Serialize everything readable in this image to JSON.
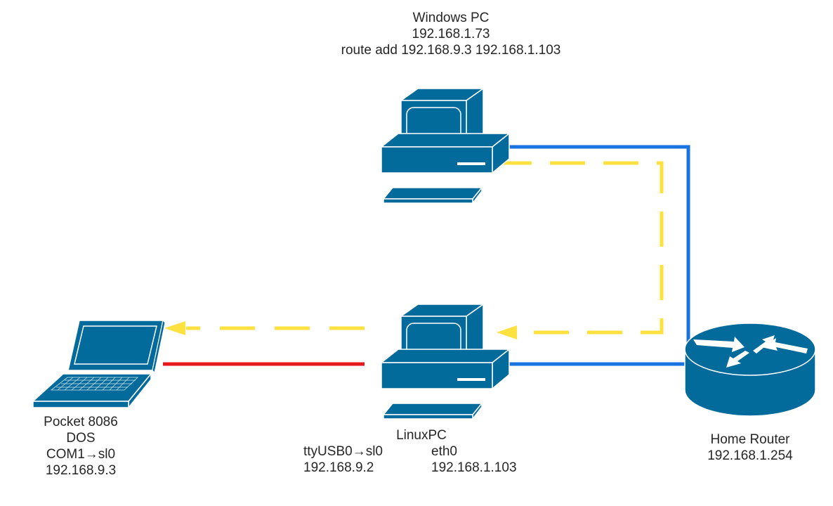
{
  "colors": {
    "device": "#036B9B",
    "ethernet": "#1872E0",
    "slip": "#E5191C",
    "route_path": "#FDE13E",
    "text": "#262626"
  },
  "nodes": {
    "windows_pc": {
      "icon": "desktop-computer-icon",
      "lines": [
        "Windows PC",
        "192.168.1.73",
        "route add 192.168.9.3 192.168.1.103"
      ]
    },
    "linux_pc": {
      "icon": "desktop-computer-icon",
      "name": "LinuxPC",
      "left_iface": [
        "ttyUSB0→sl0",
        "192.168.9.2"
      ],
      "right_iface": [
        "eth0",
        "192.168.1.103"
      ]
    },
    "pocket_8086": {
      "icon": "laptop-icon",
      "lines": [
        "Pocket 8086",
        "DOS",
        "COM1→sl0",
        "192.168.9.3"
      ]
    },
    "home_router": {
      "icon": "router-icon",
      "lines": [
        "Home Router",
        "192.168.1.254"
      ]
    }
  },
  "links": [
    {
      "from": "windows_pc",
      "to": "home_router",
      "type": "ethernet",
      "style": "solid"
    },
    {
      "from": "linux_pc",
      "to": "home_router",
      "type": "ethernet",
      "style": "solid"
    },
    {
      "from": "linux_pc",
      "to": "pocket_8086",
      "type": "serial-slip",
      "style": "solid"
    },
    {
      "from": "windows_pc",
      "to": "linux_pc",
      "type": "route-path",
      "style": "dashed",
      "arrow": "end"
    },
    {
      "from": "linux_pc",
      "to": "pocket_8086",
      "type": "route-path",
      "style": "dashed",
      "arrow": "end"
    }
  ]
}
